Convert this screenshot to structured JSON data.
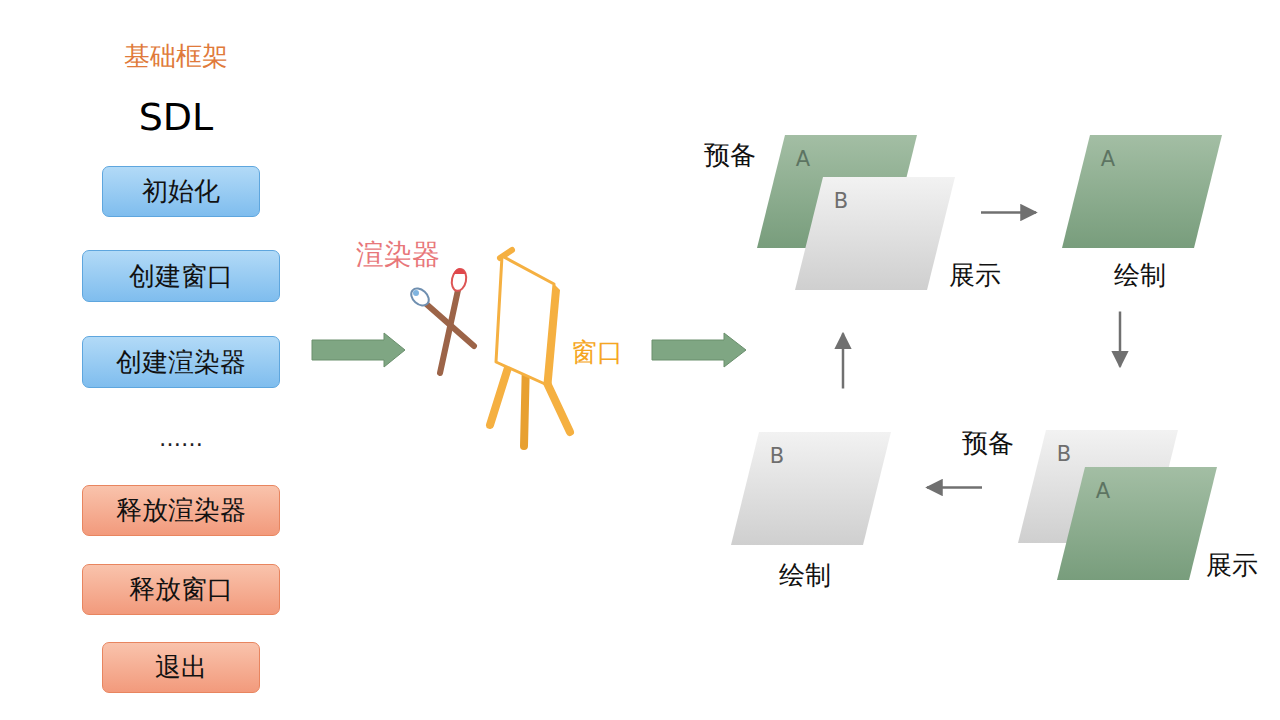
{
  "diagram": {
    "title": "基础框架",
    "nodes": [
      {
        "text": [
          "初始化"
        ]
      },
      {
        "text": [
          "创建窗口"
        ]
      },
      {
        "text": [
          "创建渲染器"
        ]
      },
      {
        "text": [
          "释放渲染器"
        ]
      },
      {
        "text": [
          "释放窗口"
        ]
      },
      {
        "text": [
          "退出"
        ]
      },
      {
        "text": [
          "A",
          "预备"
        ]
      },
      {
        "text": [
          "B",
          "展示"
        ]
      },
      {
        "text": [
          "A",
          "绘制"
        ]
      },
      {
        "text": [
          "B",
          "预备"
        ]
      },
      {
        "text": [
          "A",
          "展示"
        ]
      },
      {
        "text": [
          "B",
          "绘制"
        ]
      }
    ],
    "edges": [
      {
        "from": 7,
        "to": 8,
        "arrow": "to"
      },
      {
        "from": 8,
        "to": 9,
        "arrow": "to"
      },
      {
        "from": 9,
        "to": 11,
        "arrow": "to"
      },
      {
        "from": 11,
        "to": 7,
        "arrow": "to"
      }
    ],
    "labels": [
      "SDL",
      "……",
      "渲染器",
      "窗口"
    ]
  }
}
